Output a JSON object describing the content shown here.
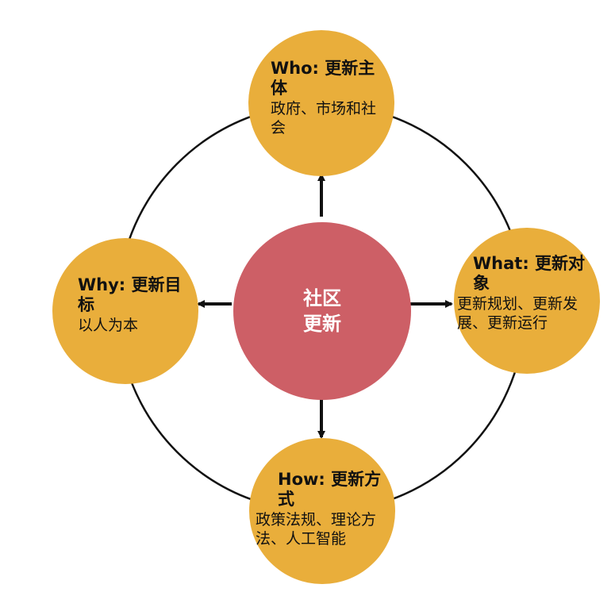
{
  "center": {
    "line1": "社区",
    "line2": "更新"
  },
  "nodes": {
    "who": {
      "title": "Who: 更新主体",
      "body": "政府、市场和社会"
    },
    "what": {
      "title": "What: 更新对象",
      "body": "更新规划、更新发展、更新运行"
    },
    "how": {
      "title": "How: 更新方式",
      "body": "政策法规、理论方法、人工智能"
    },
    "why": {
      "title": "Why: 更新目标",
      "body": "以人为本"
    }
  },
  "colors": {
    "center_fill": "#cd5f66",
    "node_fill": "#e9ae3b",
    "line": "#111111",
    "center_text": "#ffffff",
    "node_text": "#111111"
  }
}
